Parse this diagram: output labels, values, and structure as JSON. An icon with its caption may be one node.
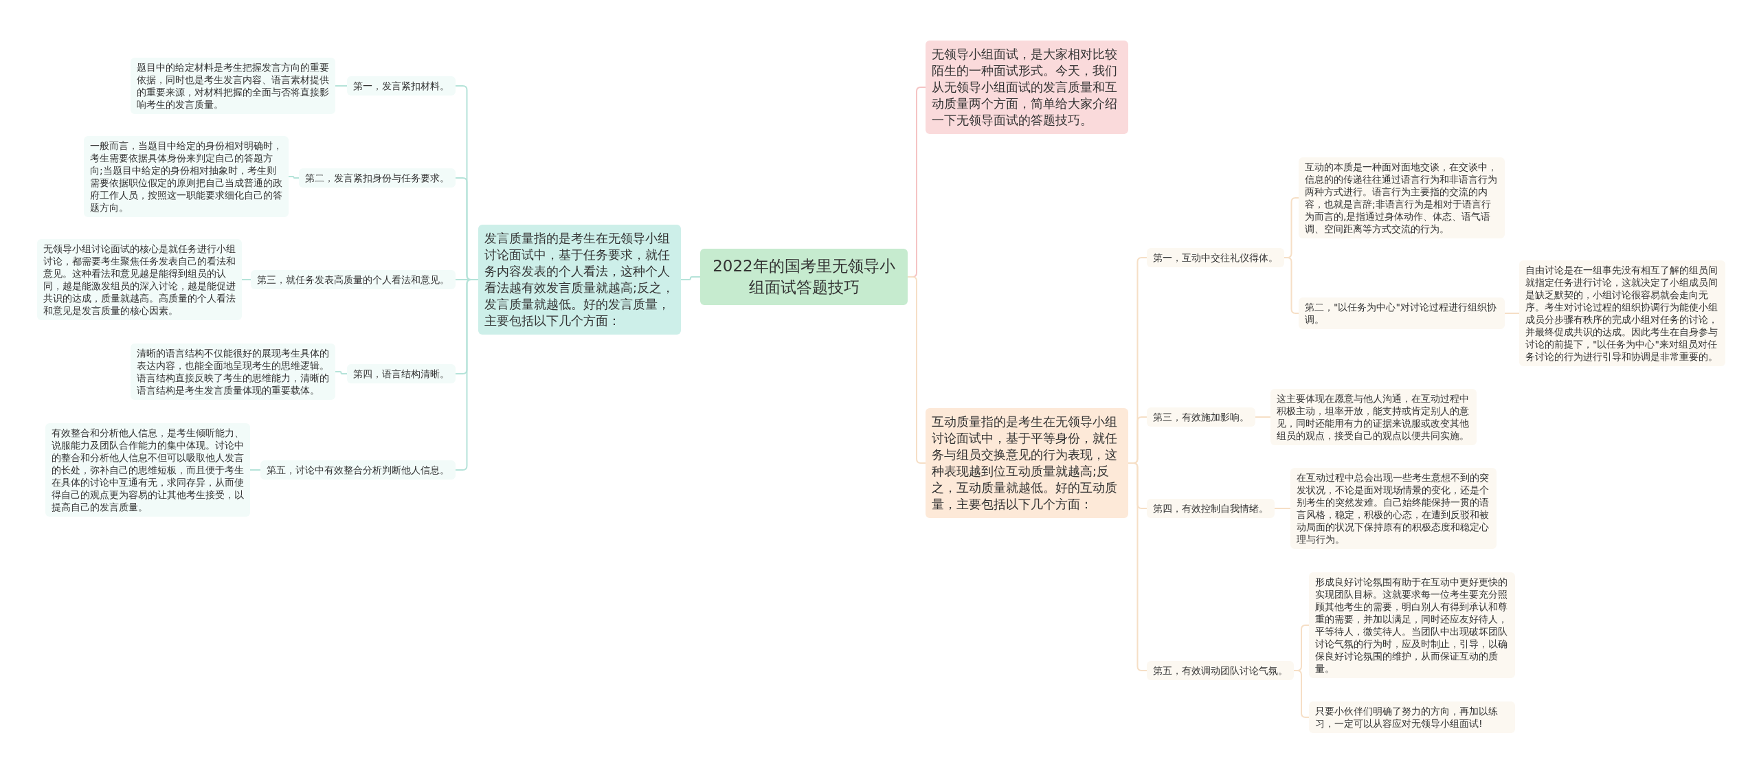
{
  "diagram": {
    "nodes": [
      {
        "text": [
          "2022年的国考里无领导小组面试答题技巧"
        ]
      },
      {
        "text": [
          "发言质量指的是考生在无领导小组讨论面试中，基于任务要求，就任务内容发表的个人看法，这种个人看法越有效发言质量就越高;反之，发言质量就越低。好的发言质量，主要包括以下几个方面："
        ]
      },
      {
        "text": [
          "第一，发言紧扣材料。"
        ]
      },
      {
        "text": [
          "题目中的给定材料是考生把握发言方向的重要依据，同时也是考生发言内容、语言素材提供的重要来源，对材料把握的全面与否将直接影响考生的发言质量。"
        ]
      },
      {
        "text": [
          "第二，发言紧扣身份与任务要求。"
        ]
      },
      {
        "text": [
          "一般而言，当题目中给定的身份相对明确时，考生需要依据具体身份来判定自己的答题方向;当题目中给定的身份相对抽象时，考生则需要依据职位假定的原则把自己当成普通的政府工作人员，按照这一职能要求细化自己的答题方向。"
        ]
      },
      {
        "text": [
          "第三，就任务发表高质量的个人看法和意见。"
        ]
      },
      {
        "text": [
          "无领导小组讨论面试的核心是就任务进行小组讨论，都需要考生聚焦任务发表自己的看法和意见。这种看法和意见越是能得到组员的认同，越是能激发组员的深入讨论，越是能促进共识的达成，质量就越高。高质量的个人看法和意见是发言质量的核心因素。"
        ]
      },
      {
        "text": [
          "第四，语言结构清晰。"
        ]
      },
      {
        "text": [
          "清晰的语言结构不仅能很好的展现考生具体的表达内容，也能全面地呈现考生的思维逻辑。语言结构直接反映了考生的思维能力，清晰的语言结构是考生发言质量体现的重要载体。"
        ]
      },
      {
        "text": [
          "第五，讨论中有效整合分析判断他人信息。"
        ]
      },
      {
        "text": [
          "有效整合和分析他人信息，是考生倾听能力、说服能力及团队合作能力的集中体现。讨论中的整合和分析他人信息不但可以吸取他人发言的长处，弥补自己的思维短板，而且便于考生在具体的讨论中互通有无，求同存异，从而使得自己的观点更为容易的让其他考生接受，以提高自己的发言质量。"
        ]
      },
      {
        "text": [
          "无领导小组面试，是大家相对比较陌生的一种面试形式。今天，我们从无领导小组面试的发言质量和互动质量两个方面，简单给大家介绍一下无领导面试的答题技巧。"
        ]
      },
      {
        "text": [
          "互动质量指的是考生在无领导小组讨论面试中，基于平等身份，就任务与组员交换意见的行为表现，这种表现越到位互动质量就越高;反之，互动质量就越低。好的互动质量，主要包括以下几个方面："
        ]
      },
      {
        "text": [
          "第一，互动中交往礼仪得体。"
        ]
      },
      {
        "text": [
          "互动的本质是一种面对面地交谈，在交谈中，信息的的传递往往通过语言行为和非语言行为两种方式进行。语言行为主要指的交流的内容，也就是言辞;非语言行为是相对于语言行为而言的,是指通过身体动作、体态、语气语调、空间距离等方式交流的行为。"
        ]
      },
      {
        "text": [
          "第二，\"以任务为中心\"对讨论过程进行组织协调。"
        ]
      },
      {
        "text": [
          "自由讨论是在一组事先没有相互了解的组员间就指定任务进行讨论，这就决定了小组成员间是缺乏默契的，小组讨论很容易就会走向无序。考生对讨论过程的组织协调行为能使小组成员分步骤有秩序的完成小组对任务的讨论，并最终促成共识的达成。因此考生在自身参与讨论的前提下，\"以任务为中心\"来对组员对任务讨论的行为进行引导和协调是非常重要的。"
        ]
      },
      {
        "text": [
          "第三，有效施加影响。"
        ]
      },
      {
        "text": [
          "这主要体现在愿意与他人沟通，在互动过程中积极主动，坦率开放，能支持或肯定别人的意见，同时还能用有力的证据来说服或改变其他组员的观点，接受自己的观点以便共同实施。"
        ]
      },
      {
        "text": [
          "第四，有效控制自我情绪。"
        ]
      },
      {
        "text": [
          "在互动过程中总会出现一些考生意想不到的突发状况，不论是面对现场情景的变化，还是个别考生的突然发难。自己始终能保持一贯的语言风格，稳定，积极的心态，在遭到反驳和被动局面的状况下保持原有的积极态度和稳定心理与行为。"
        ]
      },
      {
        "text": [
          "第五，有效调动团队讨论气氛。"
        ]
      },
      {
        "text": [
          "形成良好讨论氛围有助于在互动中更好更快的实现团队目标。这就要求每一位考生要充分照顾其他考生的需要，明白别人有得到承认和尊重的需要，并加以满足，同时还应友好待人，平等待人，微笑待人。当团队中出现破坏团队讨论气氛的行为时，应及时制止，引导，以确保良好讨论氛围的维护，从而保证互动的质量。"
        ]
      },
      {
        "text": [
          "只要小伙伴们明确了努力的方向，再加以练习，一定可以从容应对无领导小组面试!"
        ]
      }
    ],
    "edges": [
      {
        "from": 0,
        "to": 1,
        "arrow": "none",
        "color": "#b5e3d9"
      },
      {
        "from": 1,
        "to": 2,
        "arrow": "none",
        "color": "#b5e3d9"
      },
      {
        "from": 2,
        "to": 3,
        "arrow": "none",
        "color": "#b5e3d9"
      },
      {
        "from": 1,
        "to": 4,
        "arrow": "none",
        "color": "#b5e3d9"
      },
      {
        "from": 4,
        "to": 5,
        "arrow": "none",
        "color": "#b5e3d9"
      },
      {
        "from": 1,
        "to": 6,
        "arrow": "none",
        "color": "#b5e3d9"
      },
      {
        "from": 6,
        "to": 7,
        "arrow": "none",
        "color": "#b5e3d9"
      },
      {
        "from": 1,
        "to": 8,
        "arrow": "none",
        "color": "#b5e3d9"
      },
      {
        "from": 8,
        "to": 9,
        "arrow": "none",
        "color": "#b5e3d9"
      },
      {
        "from": 1,
        "to": 10,
        "arrow": "none",
        "color": "#b5e3d9"
      },
      {
        "from": 10,
        "to": 11,
        "arrow": "none",
        "color": "#b5e3d9"
      },
      {
        "from": 0,
        "to": 12,
        "arrow": "none",
        "color": "#f5c4c4"
      },
      {
        "from": 0,
        "to": 13,
        "arrow": "none"
      },
      {
        "from": 13,
        "to": 14,
        "arrow": "none"
      },
      {
        "from": 14,
        "to": 15,
        "arrow": "none"
      },
      {
        "from": 14,
        "to": 16,
        "arrow": "none"
      },
      {
        "from": 16,
        "to": 17,
        "arrow": "none"
      },
      {
        "from": 13,
        "to": 18,
        "arrow": "none"
      },
      {
        "from": 18,
        "to": 19,
        "arrow": "none"
      },
      {
        "from": 13,
        "to": 20,
        "arrow": "none"
      },
      {
        "from": 20,
        "to": 21,
        "arrow": "none"
      },
      {
        "from": 13,
        "to": 22,
        "arrow": "none"
      },
      {
        "from": 22,
        "to": 23,
        "arrow": "none"
      },
      {
        "from": 22,
        "to": 24,
        "arrow": "none"
      }
    ]
  }
}
